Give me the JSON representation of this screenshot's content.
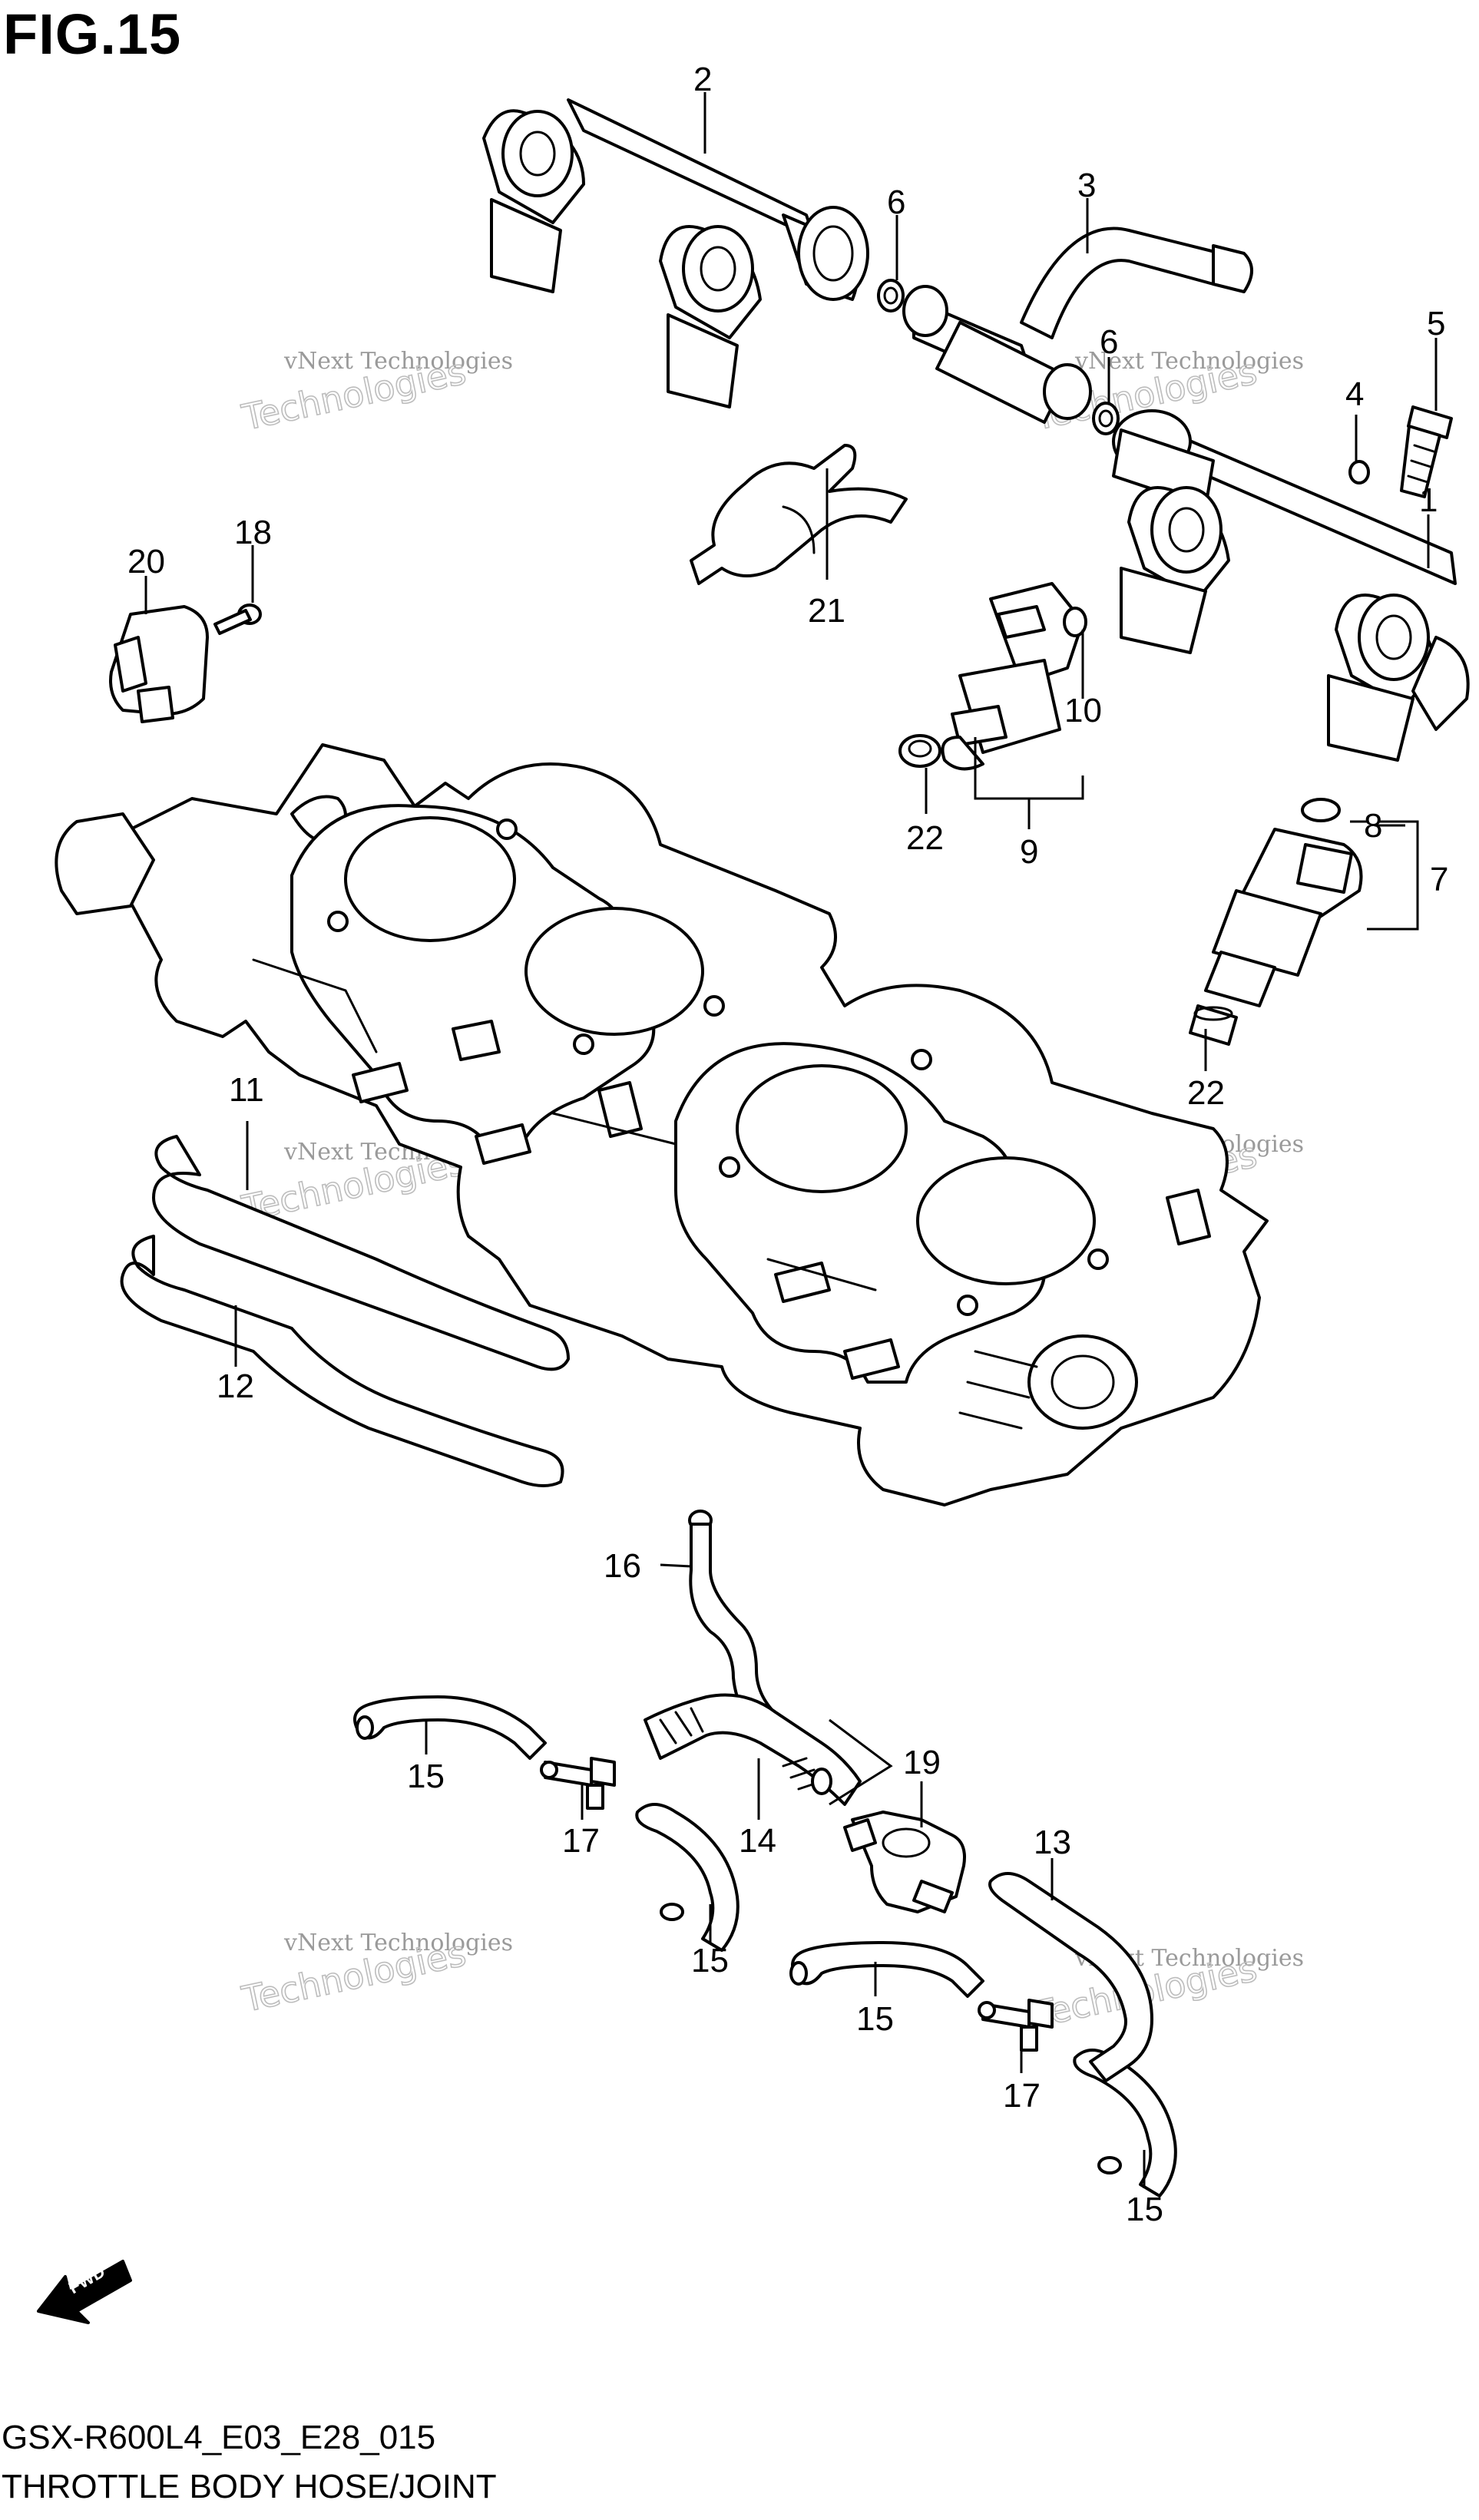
{
  "figure": {
    "title": "FIG.15",
    "model_code": "GSX-R600L4_E03_E28_015",
    "caption": "THROTTLE BODY HOSE/JOINT",
    "fwd_label": "FWD"
  },
  "watermark": {
    "line1": "vNext Technologies",
    "line2": "vNext\nTechnologies"
  },
  "callouts": {
    "c1": "1",
    "c2": "2",
    "c3": "3",
    "c4": "4",
    "c5": "5",
    "c6a": "6",
    "c6b": "6",
    "c7": "7",
    "c8": "8",
    "c9": "9",
    "c10": "10",
    "c11": "11",
    "c12": "12",
    "c13": "13",
    "c14": "14",
    "c15a": "15",
    "c15b": "15",
    "c15c": "15",
    "c15d": "15",
    "c16": "16",
    "c17a": "17",
    "c17b": "17",
    "c18": "18",
    "c19": "19",
    "c20": "20",
    "c21": "21",
    "c22a": "22",
    "c22b": "22"
  },
  "icons": {
    "fwd_arrow": "fwd-arrow-icon"
  }
}
